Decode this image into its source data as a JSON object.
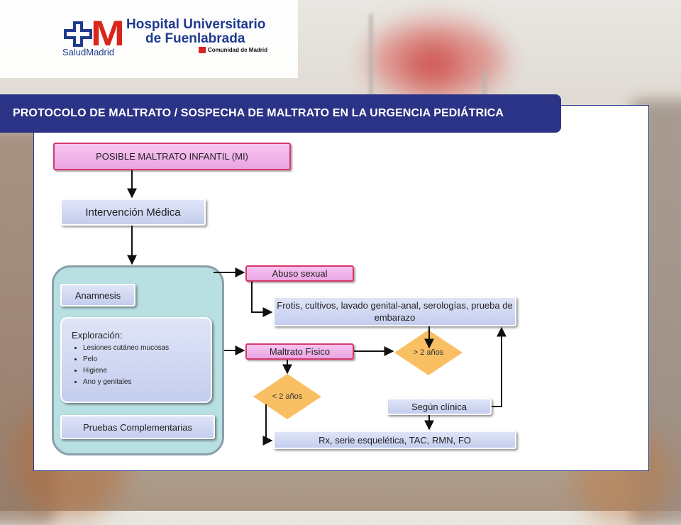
{
  "logo": {
    "salud": "SaludMadrid",
    "hospital_line1": "Hospital Universitario",
    "hospital_line2": "de Fuenlabrada",
    "comunidad": "Comunidad de Madrid"
  },
  "banner": {
    "title": "PROTOCOLO DE MALTRATO / SOSPECHA DE MALTRATO EN LA URGENCIA PEDIÁTRICA"
  },
  "nodes": {
    "posible": "POSIBLE MALTRATO INFANTIL (MI)",
    "intervencion": "Intervención Médica",
    "anamnesis": "Anamnesis",
    "exploracion_title": "Exploración:",
    "exploracion_items": [
      "Lesiones cutáneo mucosas",
      "Pelo",
      "Higiene",
      "Ano y genitales"
    ],
    "pruebas": "Pruebas Complementarias",
    "abuso": "Abuso sexual",
    "frotis": "Frotis, cultivos, lavado genital-anal, serologías, prueba de embarazo",
    "maltrato_fisico": "Maltrato Físico",
    "mayor2": "> 2 años",
    "menor2": "< 2 años",
    "segun": "Según clínica",
    "rx": "Rx, serie esquelética, TAC, RMN, FO"
  },
  "colors": {
    "banner": "#2b3387",
    "pink_fill": "#f2b8ec",
    "pink_border": "#d6386c",
    "blue_fill": "#ccd4f0",
    "group_fill": "#b8dfe1",
    "diamond": "#f9bf63",
    "logo_red": "#d9261c",
    "logo_blue": "#1f3a8f"
  }
}
